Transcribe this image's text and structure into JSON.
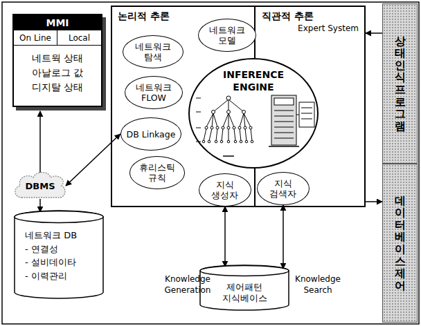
{
  "diagram": {
    "nodes": [
      {
        "text": [
          "MMI",
          "네트웍 상태 아날로그 값 디지탈 상태"
        ]
      },
      {
        "text": [
          "On Line"
        ],
        "in": 0
      },
      {
        "text": [
          "Local"
        ],
        "in": 0
      },
      {
        "text": [
          "논리적 추론"
        ]
      },
      {
        "text": [
          "네트워크 모델"
        ],
        "in": 3
      },
      {
        "text": [
          "네트워크 탐색"
        ],
        "in": 3
      },
      {
        "text": [
          "네트워크 FLOW"
        ],
        "in": 3
      },
      {
        "text": [
          "DB Linkage"
        ],
        "in": 3
      },
      {
        "text": [
          "휴리스틱 규칙"
        ],
        "in": 3
      },
      {
        "text": [
          "지식 생성자"
        ],
        "in": 3
      },
      {
        "text": [
          "직관적 추론",
          "Expert System"
        ]
      },
      {
        "text": [
          "지식 검색자"
        ],
        "in": 10
      },
      {
        "text": [
          "INFERENCE ENGINE"
        ]
      },
      {
        "text": [
          "상태인식프로그램"
        ]
      },
      {
        "text": [
          "데이터베이스제어"
        ]
      },
      {
        "text": [
          "DBMS"
        ]
      },
      {
        "text": [
          "네트워크 DB",
          "- 연결성",
          "- 설비데이타",
          "- 이력관리"
        ]
      },
      {
        "text": [
          "제어패턴 지식베이스"
        ]
      }
    ],
    "edges": [
      {
        "from": 15,
        "to": 0,
        "arrow": "to"
      },
      {
        "from": 15,
        "to": 16,
        "arrow": "to"
      },
      {
        "from": 15,
        "to": 7,
        "arrow": "both"
      },
      {
        "from": 9,
        "to": 17,
        "arrow": "both"
      },
      {
        "from": 11,
        "to": 17,
        "arrow": "both"
      },
      {
        "from": 13,
        "to": 10,
        "arrow": "to"
      },
      {
        "from": 10,
        "to": 14,
        "arrow": "to"
      }
    ],
    "labels": [
      "Knowledge Generation",
      "Knowledge Search"
    ]
  }
}
